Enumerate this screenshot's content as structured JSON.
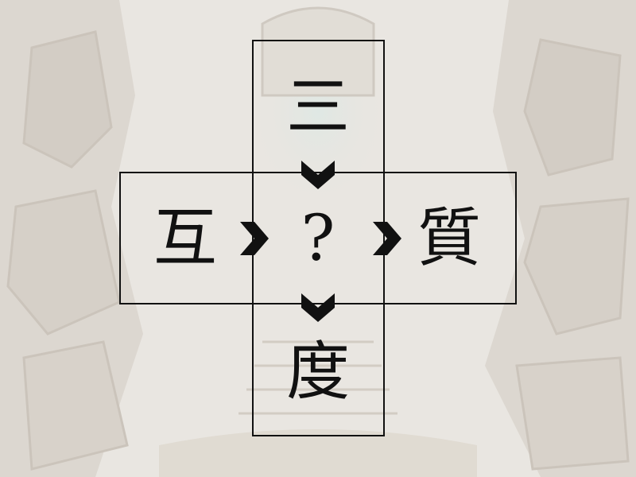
{
  "puzzle": {
    "top_char": "三",
    "left_char": "互",
    "center_char": "?",
    "right_char": "質",
    "bottom_char": "度"
  },
  "colors": {
    "frame": "#111111",
    "text": "#111111",
    "background": "#e8e5df"
  },
  "icons": {
    "down_arrow": "chevron-down-icon",
    "right_arrow": "chevron-right-icon"
  }
}
